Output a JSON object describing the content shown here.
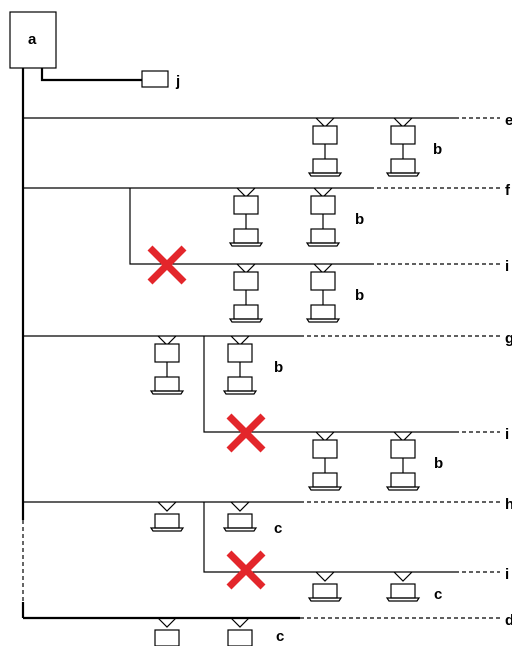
{
  "labels": {
    "outdoor_unit": "a",
    "indoor_unit": "b",
    "indoor_unit_alt": "c",
    "remote_controller": "j",
    "branch_e": "e",
    "branch_f": "f",
    "branch_g": "g",
    "branch_h": "h",
    "branch_d": "d",
    "branch_i": "i"
  },
  "colors": {
    "line": "#000000",
    "cross": "#e3262b",
    "background": "#ffffff"
  }
}
